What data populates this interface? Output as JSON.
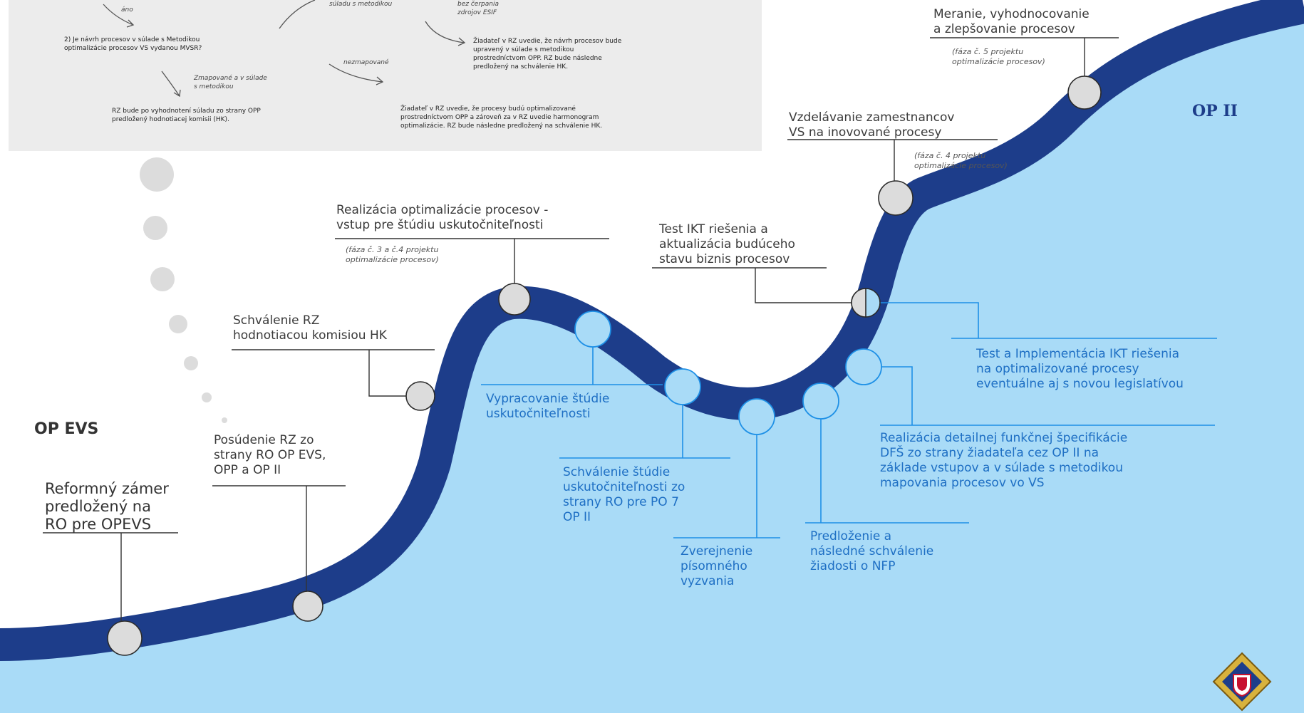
{
  "colors": {
    "river": "#1d3d8a",
    "water": "#a9dbf7",
    "panel": "#ececec",
    "node_gray": "#dcdcdc",
    "node_blue": "#a9dbf7",
    "blue_line": "#1e90e6",
    "blue_text": "#1e6fc4"
  },
  "regions": {
    "op_evs": "OP EVS",
    "op_ii": "OP II"
  },
  "panel": {
    "ano": "áno",
    "q2": [
      "2) Je návrh  procesov v súlade s Metodikou",
      "optimalizácie  procesov  VS vydanou MVSR?"
    ],
    "zmapovane": [
      "Zmapované a v súlade",
      "s metodikou"
    ],
    "rz_bude": [
      "RZ bude  po vyhodnotení  súladu  zo strany OPP",
      "predložený  hodnotiacej  komisii (HK)."
    ],
    "nezmapovane": "nezmapované",
    "top_mid": "súladu s metodikou",
    "top_right": [
      "bez čerpania",
      "zdrojov ESIF"
    ],
    "upraveny": [
      "Žiadateľ  v RZ uvedie,  že návrh  procesov  bude",
      "upravený  v súlade  s metodikou",
      "prostredníctvom    OPP. RZ bude  následne",
      "predložený  na schválenie  HK."
    ],
    "optimalizovane": [
      "Žiadateľ  v RZ uvedie,  že procesy  budú optimalizované",
      "prostredníctvom    OPP a zároveň za v RZ uvedie  harmonogram",
      "optimalizácie.  RZ bude  následne  predložený  na schválenie  HK."
    ]
  },
  "steps": {
    "reformny": [
      "Reformný zámer",
      "predložený na",
      "RO pre OPEVS"
    ],
    "posudenie": [
      "Posúdenie RZ zo",
      "strany RO OP EVS,",
      "OPP a OP II"
    ],
    "schvalenie_rz": [
      "Schválenie RZ",
      "hodnotiacou komisiou HK"
    ],
    "realizacia_opt": [
      "Realizácia optimalizácie procesov -",
      "vstup pre štúdiu uskutočniteľnosti"
    ],
    "realizacia_opt_phase": [
      "(fáza č. 3 a č.4 projektu",
      "optimalizácie  procesov)"
    ],
    "vypracovanie": [
      "Vypracovanie štúdie",
      "uskutočniteľnosti"
    ],
    "schvalenie_studie": [
      "Schválenie štúdie",
      "uskutočniteľnosti zo",
      "strany RO pre PO 7",
      "OP II"
    ],
    "zverejnenie": [
      "Zverejnenie",
      "písomného",
      "vyzvania"
    ],
    "predlozenie": [
      "Predloženie a",
      "následné schválenie",
      "žiadosti o NFP"
    ],
    "dfs": [
      "Realizácia detailnej funkčnej špecifikácie",
      "DFŠ zo strany žiadateľa cez OP II  na",
      "základe vstupov a v súlade s metodikou",
      "mapovania procesov vo VS"
    ],
    "test_ikt": [
      "Test IKT riešenia a",
      "aktualizácia budúceho",
      "stavu biznis procesov"
    ],
    "test_impl": [
      "Test a Implementácia IKT riešenia",
      "na optimalizované procesy",
      "eventuálne aj s novou legislatívou"
    ],
    "vzdelavanie": [
      "Vzdelávanie zamestnancov",
      "VS na inovované procesy"
    ],
    "vzdelavanie_phase": [
      "(fáza č. 4 projektu",
      "optimalizácie  procesov)"
    ],
    "meranie": [
      "Meranie, vyhodnocovanie",
      "a zlepšovanie procesov"
    ],
    "meranie_phase": [
      "(fáza č. 5 projektu",
      "optimalizácie  procesov)"
    ]
  },
  "icons": {
    "logo": "coat-of-arms-logo"
  }
}
